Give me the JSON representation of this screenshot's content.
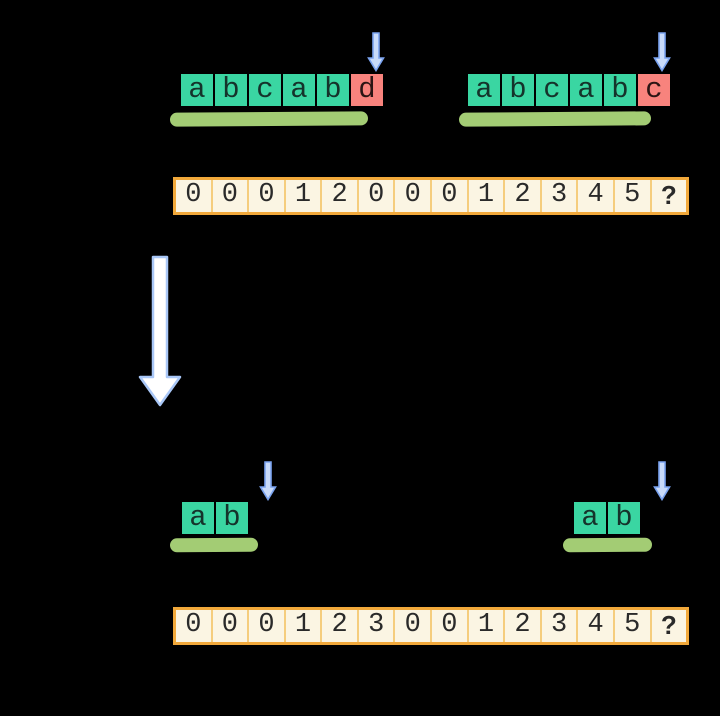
{
  "diagram": {
    "kind": "kmp-failure-function-step",
    "colors": {
      "background": "#000000",
      "match_cell": "#3ad6a2",
      "mismatch_cell": "#f8837d",
      "underline": "#a3cc74",
      "array_border": "#f2a93b",
      "array_fill": "#fbf5e3",
      "arrow_blue": "#7aa3f0",
      "arrow_fill": "#c9dbfa"
    },
    "top": {
      "left_string": {
        "cells": {
          "0": "a",
          "1": "b",
          "2": "c",
          "3": "a",
          "4": "b",
          "5": "d"
        }
      },
      "right_string": {
        "cells": {
          "0": "a",
          "1": "b",
          "2": "c",
          "3": "a",
          "4": "b",
          "5": "c"
        }
      },
      "array": {
        "values": {
          "0": "0",
          "1": "0",
          "2": "0",
          "3": "1",
          "4": "2",
          "5": "0",
          "6": "0",
          "7": "0",
          "8": "1",
          "9": "2",
          "10": "3",
          "11": "4",
          "12": "5",
          "13": "?"
        }
      }
    },
    "bottom": {
      "left_string": {
        "cells": {
          "0": "a",
          "1": "b"
        }
      },
      "right_string": {
        "cells": {
          "0": "a",
          "1": "b"
        }
      },
      "array": {
        "values": {
          "0": "0",
          "1": "0",
          "2": "0",
          "3": "1",
          "4": "2",
          "5": "3",
          "6": "0",
          "7": "0",
          "8": "1",
          "9": "2",
          "10": "3",
          "11": "4",
          "12": "5",
          "13": "?"
        }
      }
    },
    "icons": {
      "small_cursor": "down-arrow-icon",
      "transition": "big-down-arrow-icon"
    }
  }
}
